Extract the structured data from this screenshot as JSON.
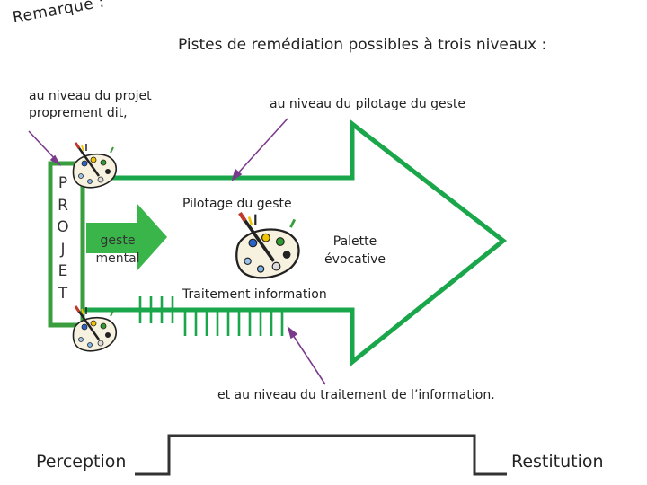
{
  "remarque": "Remarque :",
  "title": "Pistes de remédiation possibles à trois niveaux :",
  "labels": {
    "projet": "au niveau du projet proprement dit,",
    "pilotage": "au niveau du pilotage du geste",
    "traitement": "et au niveau du traitement de l’information."
  },
  "projet_letters": [
    "P",
    "R",
    "O",
    "J",
    "E",
    "T"
  ],
  "geste_mental": "geste mental",
  "arrow": {
    "pilotage_du_geste": "Pilotage du geste",
    "palette_evocative": "Palette évocative",
    "traitement_information": "Traitement information"
  },
  "bottom": {
    "perception": "Perception",
    "restitution": "Restitution"
  },
  "colors": {
    "arrow_green": "#1aa64a",
    "pointer_purple": "#7a3a8c",
    "inner_arrow_green": "#39b54a",
    "projet_box": "#3a9e3f"
  },
  "icons": [
    "palette-icon"
  ]
}
